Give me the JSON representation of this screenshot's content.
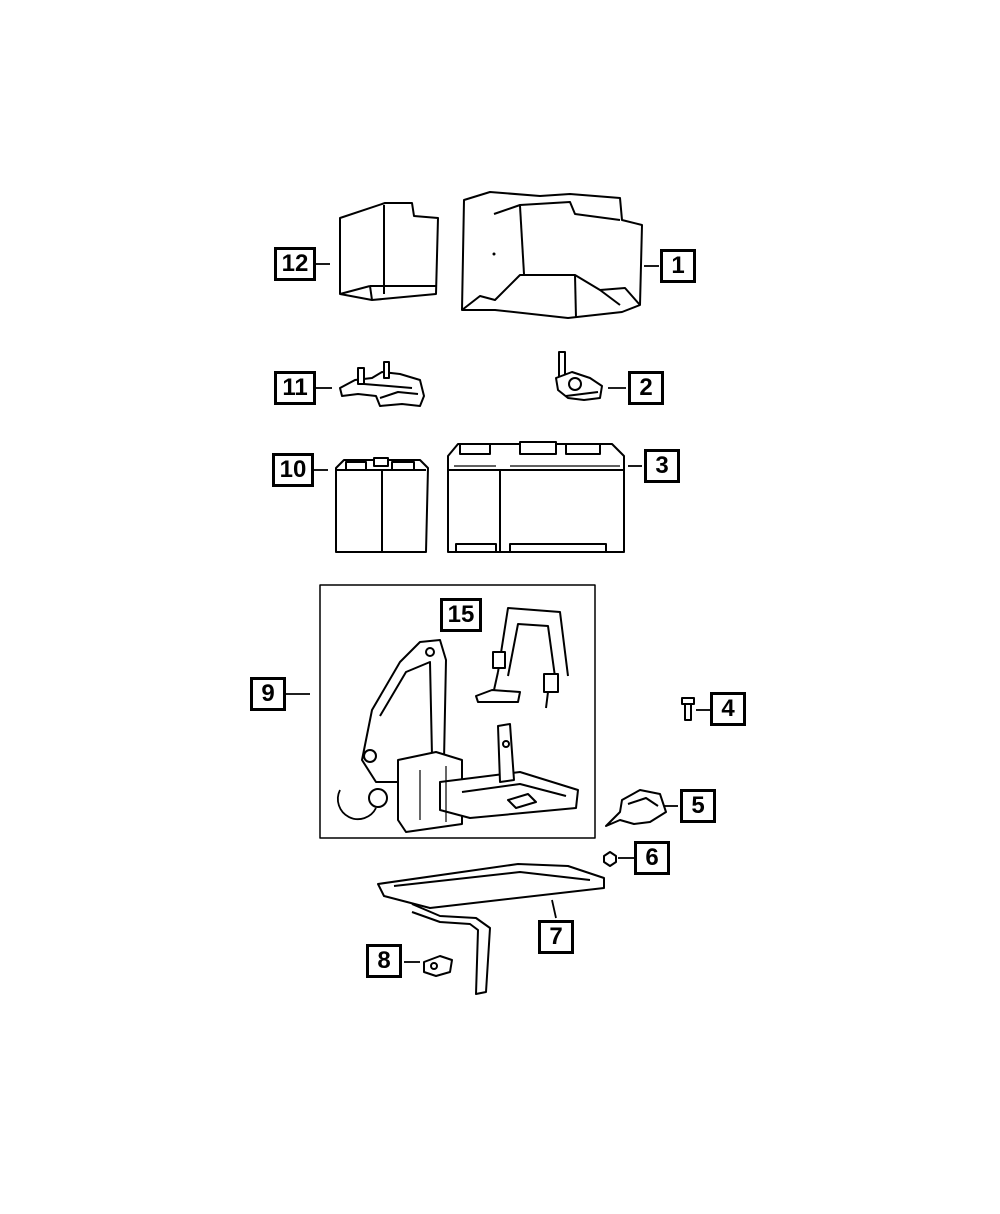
{
  "callouts": [
    {
      "id": "12",
      "label": "12",
      "part": "battery-thermal-cover-small"
    },
    {
      "id": "1",
      "label": "1",
      "part": "battery-thermal-cover-large"
    },
    {
      "id": "11",
      "label": "11",
      "part": "battery-terminal-clamp-left"
    },
    {
      "id": "2",
      "label": "2",
      "part": "battery-terminal-clamp-right"
    },
    {
      "id": "10",
      "label": "10",
      "part": "battery-small"
    },
    {
      "id": "3",
      "label": "3",
      "part": "battery-large"
    },
    {
      "id": "15",
      "label": "15",
      "part": "battery-hold-down-strap"
    },
    {
      "id": "9",
      "label": "9",
      "part": "battery-tray-assembly"
    },
    {
      "id": "4",
      "label": "4",
      "part": "bolt"
    },
    {
      "id": "5",
      "label": "5",
      "part": "bracket-shield"
    },
    {
      "id": "6",
      "label": "6",
      "part": "nut"
    },
    {
      "id": "7",
      "label": "7",
      "part": "battery-support-tray"
    },
    {
      "id": "8",
      "label": "8",
      "part": "clip"
    }
  ],
  "colors": {
    "line": "#000000",
    "background": "#ffffff"
  }
}
